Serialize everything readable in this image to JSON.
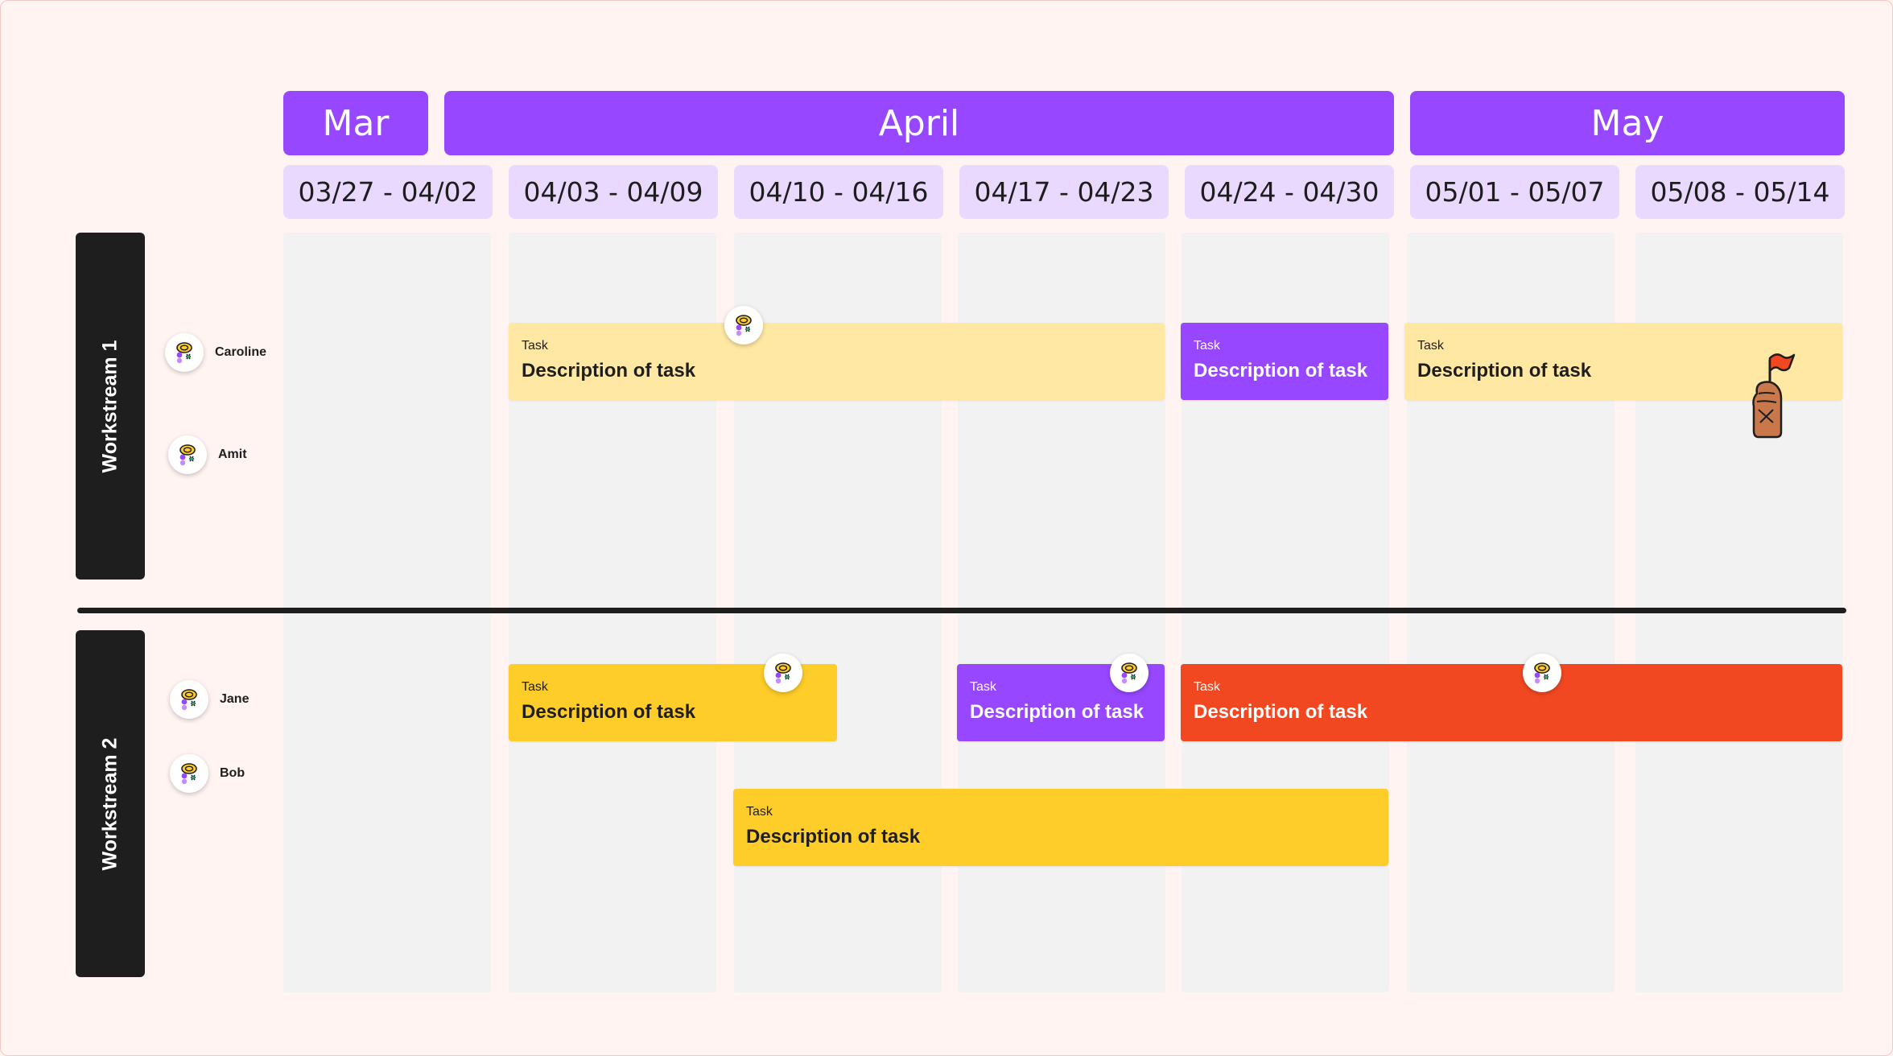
{
  "months": [
    "Mar",
    "April",
    "May"
  ],
  "weeks": [
    "03/27 - 04/02",
    "04/03 - 04/09",
    "04/10 - 04/16",
    "04/17 - 04/23",
    "04/24 - 04/30",
    "05/01 - 05/07",
    "05/08 - 05/14"
  ],
  "workstreams": [
    {
      "label": "Workstream 1",
      "people": [
        "Caroline",
        "Amit"
      ]
    },
    {
      "label": "Workstream 2",
      "people": [
        "Jane",
        "Bob"
      ]
    }
  ],
  "tasks": [
    {
      "title": "Task",
      "description": "Description of task"
    },
    {
      "title": "Task",
      "description": "Description of task"
    },
    {
      "title": "Task",
      "description": "Description of task"
    },
    {
      "title": "Task",
      "description": "Description of task"
    },
    {
      "title": "Task",
      "description": "Description of task"
    },
    {
      "title": "Task",
      "description": "Description of task"
    },
    {
      "title": "Task",
      "description": "Description of task"
    }
  ],
  "colors": {
    "month_header": "#9747ff",
    "week_header": "#ead9ff",
    "task_light_yellow": "#ffe8a3",
    "task_yellow": "#ffcd29",
    "task_purple": "#9747ff",
    "task_red": "#f24822",
    "workstream_bar": "#1e1e1e",
    "background": "#fff4f2"
  },
  "icons": [
    "user-avatar-icon",
    "flag-in-hand-icon"
  ]
}
